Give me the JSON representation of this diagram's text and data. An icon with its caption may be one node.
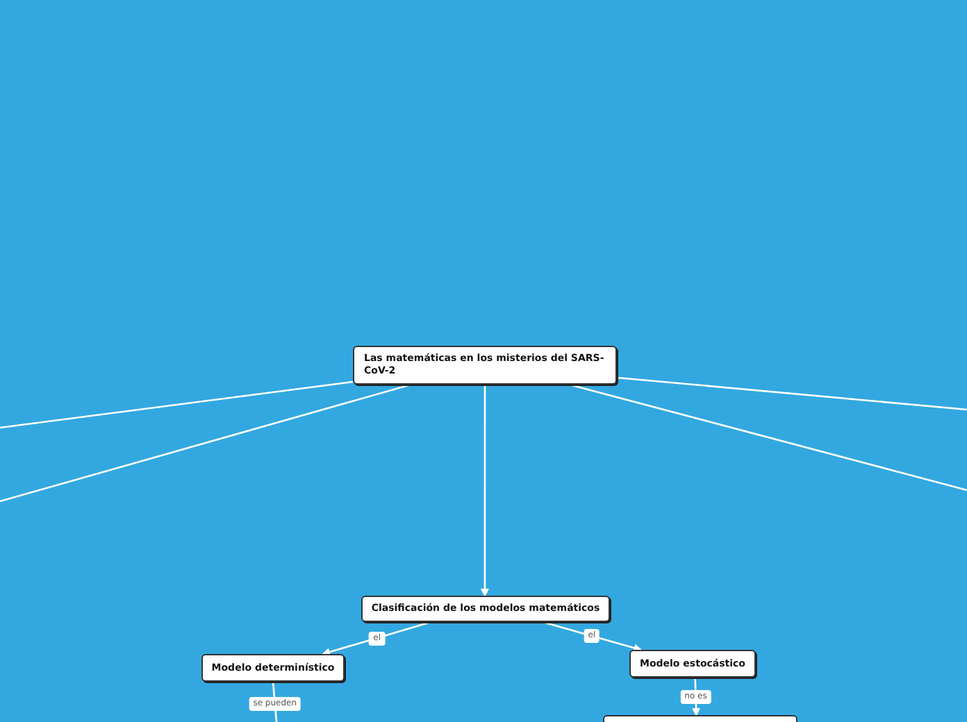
{
  "diagram": {
    "nodes": [
      {
        "text": [
          "Las matemáticas en los misterios del SARS-CoV-2"
        ]
      },
      {
        "text": [
          "Clasificación de los modelos matemáticos"
        ]
      },
      {
        "text": [
          "Modelo determinístico"
        ]
      },
      {
        "text": [
          "Modelo estocástico"
        ]
      },
      {
        "text": [],
        "shape": "box"
      }
    ],
    "edges": [
      {
        "from": 0,
        "to": 1,
        "arrow": "to"
      },
      {
        "from": 1,
        "to": 2,
        "label": "el",
        "arrow": "to"
      },
      {
        "from": 1,
        "to": 3,
        "label": "el",
        "arrow": "to"
      },
      {
        "from": 3,
        "to": 4,
        "label": "no es",
        "arrow": "to"
      },
      {
        "from": 2,
        "to": null,
        "label": "se pueden",
        "arrow": "none"
      },
      {
        "from": 0,
        "to": null,
        "arrow": "none"
      },
      {
        "from": 0,
        "to": null,
        "arrow": "none"
      },
      {
        "from": 0,
        "to": null,
        "arrow": "none"
      },
      {
        "from": 0,
        "to": null,
        "arrow": "none"
      }
    ]
  }
}
